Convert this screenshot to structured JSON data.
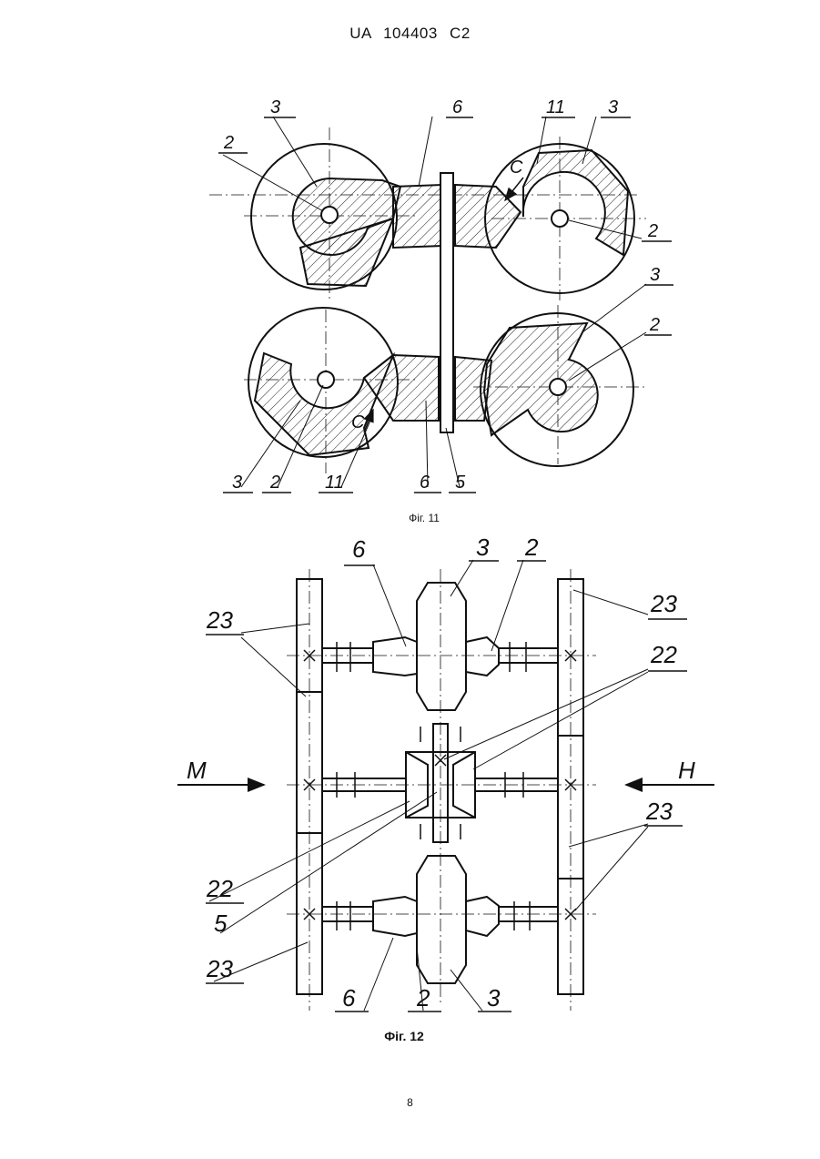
{
  "header": {
    "patent_number": "UA   104403   C2"
  },
  "fig11": {
    "caption": "Фіг. 11",
    "labels": {
      "l3_top_left": "3",
      "l2_top_left": "2",
      "l6_top": "6",
      "l11_top": "11",
      "l3_top_right": "3",
      "l2_right_upper": "2",
      "l3_right_mid": "3",
      "l2_right_mid": "2",
      "c_top": "С",
      "c_bottom": "С",
      "l3_bottom": "3",
      "l2_bottom": "2",
      "l11_bottom": "11",
      "l6_bottom": "6",
      "l5_bottom": "5"
    }
  },
  "fig12": {
    "caption": "Фіг. 12",
    "labels": {
      "l6_top": "6",
      "l3_top": "3",
      "l2_top": "2",
      "l23_left_top": "23",
      "l23_right_top": "23",
      "l22_right": "22",
      "arrow_m": "М",
      "arrow_h": "Н",
      "l23_right_bottom": "23",
      "l22_left": "22",
      "l5_left": "5",
      "l23_left_bottom": "23",
      "l6_bottom": "6",
      "l2_bottom": "2",
      "l3_bottom": "3"
    }
  },
  "page_number": "8"
}
